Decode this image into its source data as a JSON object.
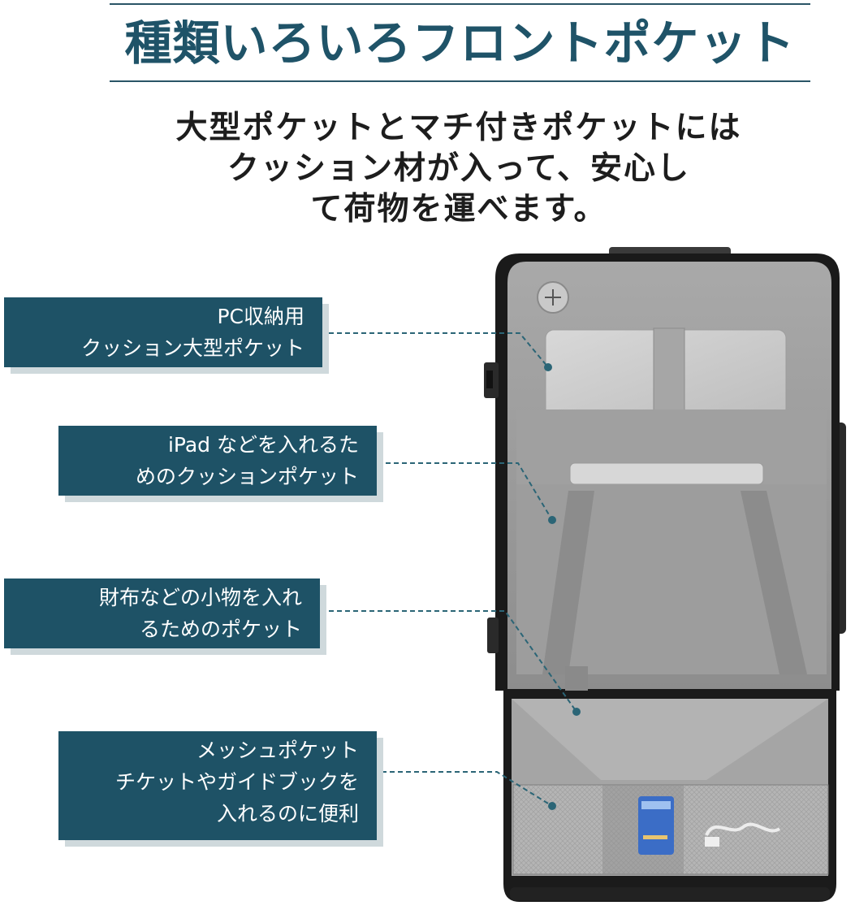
{
  "title": "種類いろいろフロントポケット",
  "subtitle": {
    "line1": "大型ポケットとマチ付きポケットには",
    "line2": "クッション材が入って、安心し",
    "line3": "て荷物を運べます。"
  },
  "callouts": {
    "pc": {
      "line1": "PC収納用",
      "line2": "クッション大型ポケット"
    },
    "ipad": {
      "line1": "iPad などを入れるた",
      "line2": "めのクッションポケット"
    },
    "wallet": {
      "line1": "財布などの小物を入れ",
      "line2": "るためのポケット"
    },
    "mesh": {
      "line1": "メッシュポケット",
      "line2": "チケットやガイドブックを",
      "line3": "入れるのに便利"
    }
  },
  "colors": {
    "accent": "#1e5266",
    "case_shell": "#1a1a1a",
    "lining": "#9c9c9c"
  },
  "icons": [
    "plus-button-icon",
    "card-icon",
    "cable-icon"
  ]
}
